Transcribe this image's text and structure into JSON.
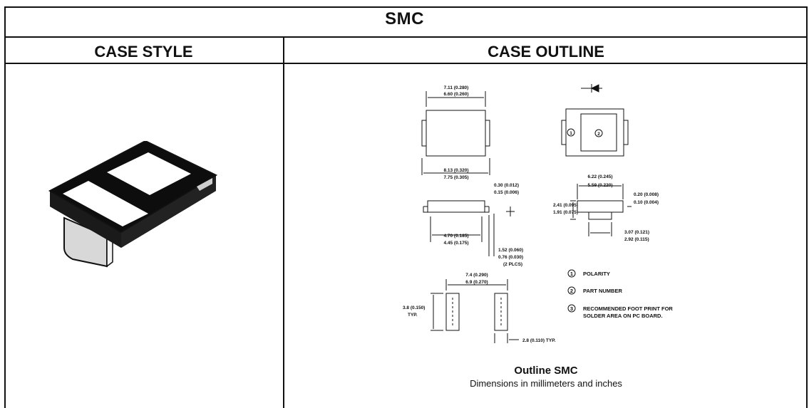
{
  "header": {
    "title": "SMC"
  },
  "columns": {
    "left": "CASE STYLE",
    "right": "CASE OUTLINE"
  },
  "dimensions": {
    "top_width_max": "7.11 (0.280)",
    "top_width_min": "6.60 (0.260)",
    "body_length_max": "8.13 (0.320)",
    "body_length_min": "7.75 (0.305)",
    "lead_thick_max": "0.30 (0.012)",
    "lead_thick_min": "0.15 (0.006)",
    "lead_span_max": "6.22 (0.245)",
    "lead_span_min": "5.59 (0.220)",
    "height_max": "2.41 (0.095)",
    "height_min": "1.91 (0.075)",
    "standoff_max": "0.20 (0.008)",
    "standoff_min": "0.10 (0.004)",
    "lead_len_max": "4.70 (0.185)",
    "lead_len_min": "4.45 (0.175)",
    "lead_width_max": "3.07 (0.121)",
    "lead_width_min": "2.92 (0.115)",
    "foot_max": "1.52 (0.060)",
    "foot_min": "0.76 (0.030)",
    "foot_note": "(2 PLCS)",
    "pad_span_max": "7.4 (0.290)",
    "pad_span_min": "6.9 (0.270)",
    "pad_height": "3.8 (0.150)",
    "pad_height_note": "TYP.",
    "pad_width": "2.8 (0.110) TYP."
  },
  "legend": [
    {
      "num": "1",
      "text": "POLARITY"
    },
    {
      "num": "2",
      "text": "PART NUMBER"
    },
    {
      "num": "3",
      "text": "RECOMMENDED FOOT PRINT FOR",
      "text2": "SOLDER AREA ON PC BOARD."
    }
  ],
  "markers": {
    "m1": "1",
    "m2": "2"
  },
  "caption": {
    "title": "Outline SMC",
    "subtitle": "Dimensions in millimeters and inches"
  }
}
